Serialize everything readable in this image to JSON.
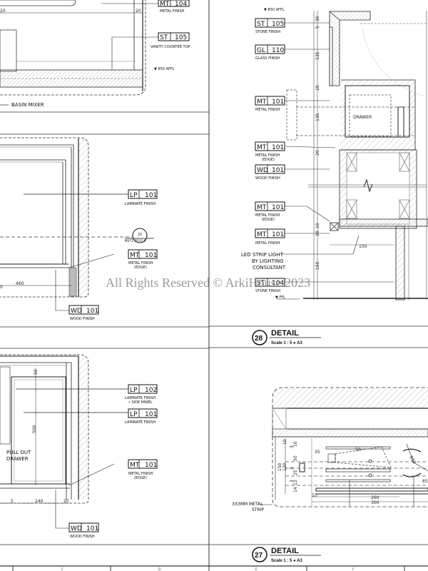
{
  "watermark": "All Rights Reserved © ArkiHouse 2023",
  "panels": {
    "top_left": {
      "dims": {
        "a": "20",
        "b": "20"
      },
      "tags": [
        {
          "code": "MT",
          "num": "104",
          "label": "METAL FINISH"
        },
        {
          "code": "ST",
          "num": "105",
          "label": "VANITY COUNTER TOP"
        }
      ],
      "level": "▼ 850 AFFL",
      "note": "BASIN MIXER"
    },
    "mid_left": {
      "tags": [
        {
          "code": "LP",
          "num": "101",
          "label": "LAMINATE FINISH"
        },
        {
          "code": "MT",
          "num": "101",
          "label": "METAL FINISH",
          "label2": "(EDGE)"
        },
        {
          "code": "WD",
          "num": "101",
          "label": "WOOD FINISH"
        }
      ],
      "section_ref": {
        "num": "21",
        "sheet": "MR-T1-DT-01-5"
      },
      "dims": {
        "a": "460",
        "b": "0"
      }
    },
    "bottom_left": {
      "tags": [
        {
          "code": "LP",
          "num": "102",
          "label": "LAMINATE FINISH",
          "label2": "• SIDE PANEL"
        },
        {
          "code": "LP",
          "num": "101",
          "label": "LAMINATE FINISH"
        },
        {
          "code": "MT",
          "num": "101",
          "label": "METAL FINISH",
          "label2": "(EDGE)"
        },
        {
          "code": "WD",
          "num": "101",
          "label": "WOOD FINISH"
        }
      ],
      "note_line1": "PULL OUT",
      "note_line2": "DRAWER",
      "dims": {
        "v1": "50",
        "v2": "500",
        "h1": "5",
        "h2": "240",
        "h3": "20"
      }
    },
    "detail_28": {
      "level_top": "▼ 850 AFFL",
      "level_bottom": "▼ FFL",
      "tags": [
        {
          "code": "ST",
          "num": "105",
          "label": "STONE FINISH"
        },
        {
          "code": "GL",
          "num": "110",
          "label": "GLASS FINISH"
        },
        {
          "code": "MT",
          "num": "101",
          "label": "METAL FINISH"
        },
        {
          "code": "MT",
          "num": "101",
          "label": "METAL FINISH",
          "label2": "(EDGE)"
        },
        {
          "code": "WD",
          "num": "101",
          "label": "WOOD FINISH"
        },
        {
          "code": "MT",
          "num": "101",
          "label": "METAL FINISH",
          "label2": "(EDGE)"
        },
        {
          "code": "MT",
          "num": "101",
          "label": "METAL FINISH"
        },
        {
          "code": "ST",
          "num": "104",
          "label": "STONE FINISH"
        }
      ],
      "drawer_label": "DRAWER",
      "led_note": [
        "LED STRIP LIGHT",
        "BY LIGHTING",
        "CONSULTANT"
      ],
      "vdims": [
        "35",
        "5",
        "135",
        "10",
        "135",
        "20",
        "10",
        "20",
        "150"
      ],
      "hdim": "150",
      "title": {
        "number": "28",
        "label": "DETAIL",
        "scale": "Scale 1 : 5 ● A3"
      }
    },
    "detail_27": {
      "strip_note": [
        "3X3MM METAL",
        "STRIP"
      ],
      "dims": {
        "h": [
          "35",
          "50",
          "260",
          "300",
          "10",
          "65"
        ],
        "v": [
          "10",
          "3",
          "10",
          "50",
          "3",
          "25",
          "3",
          "12",
          "14",
          "150",
          "120"
        ],
        "angle": "R50"
      },
      "title": {
        "number": "27",
        "label": "DETAIL",
        "scale": "Scale 1 : 5 ● A3"
      }
    }
  },
  "grid_labels": [
    "C",
    "D",
    "E",
    "F"
  ],
  "colors": {
    "ink": "#111111",
    "hatch": "#9a9a9a",
    "frame": "#333333",
    "watermark": "#787878"
  }
}
